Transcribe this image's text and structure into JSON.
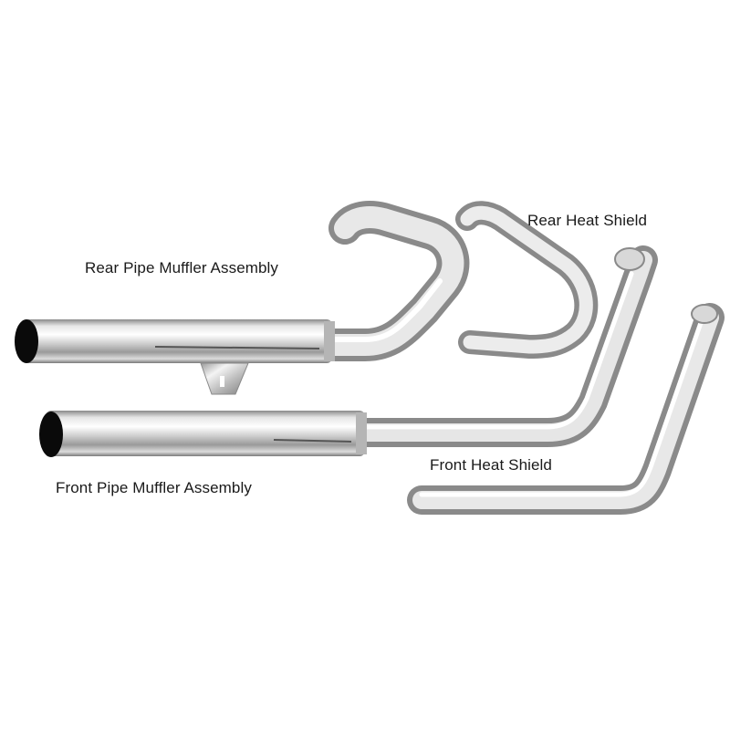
{
  "image": {
    "description": "Chrome motorcycle exhaust system parts with labels",
    "background": "#ffffff"
  },
  "labels": {
    "rear_pipe": "Rear Pipe Muffler Assembly",
    "rear_heat_shield": "Rear Heat Shield",
    "front_pipe": "Front Pipe Muffler Assembly",
    "front_heat_shield": "Front Heat Shield"
  },
  "colors": {
    "chrome_light": "#f2f2f2",
    "chrome_mid": "#c8c8c8",
    "chrome_dark": "#7a7a7a",
    "opening": "#0a0a0a",
    "text": "#1a1a1a"
  }
}
